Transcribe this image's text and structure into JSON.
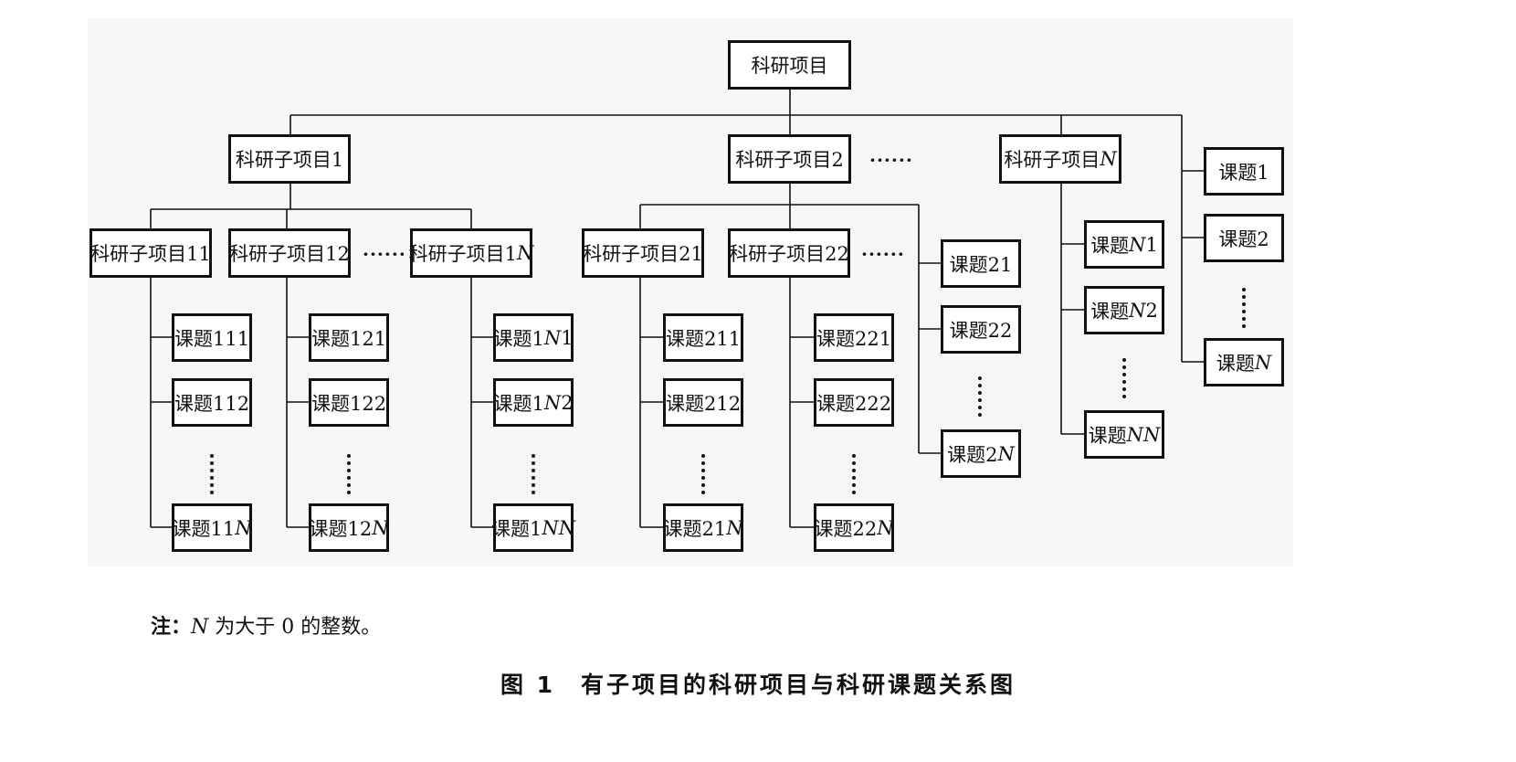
{
  "diagram": {
    "root": "科研项目",
    "subprojects": [
      {
        "label": "科研子项目1",
        "children": [
          {
            "label": "科研子项目11",
            "topics": [
              "课题111",
              "课题112",
              "课题11N"
            ]
          },
          {
            "label": "科研子项目12",
            "topics": [
              "课题121",
              "课题122",
              "课题12N"
            ]
          },
          {
            "label": "科研子项目1N",
            "topics": [
              "课题1N1",
              "课题1N2",
              "课题1NN"
            ]
          }
        ],
        "direct_topics": []
      },
      {
        "label": "科研子项目2",
        "children": [
          {
            "label": "科研子项目21",
            "topics": [
              "课题211",
              "课题212",
              "课题21N"
            ]
          },
          {
            "label": "科研子项目22",
            "topics": [
              "课题221",
              "课题222",
              "课题22N"
            ]
          }
        ],
        "direct_topics": [
          "课题21",
          "课题22",
          "课题2N"
        ]
      },
      {
        "label": "科研子项目N",
        "children": [],
        "direct_topics": [
          "课题N1",
          "课题N2",
          "课题NN"
        ]
      }
    ],
    "root_direct_topics": [
      "课题1",
      "课题2",
      "课题N"
    ],
    "ellipsis_h": "······",
    "ellipsis_v_count": 6
  },
  "note": {
    "prefix": "注：",
    "variable": "N",
    "text": " 为大于 0 的整数。"
  },
  "caption": "图 1　有子项目的科研项目与科研课题关系图"
}
